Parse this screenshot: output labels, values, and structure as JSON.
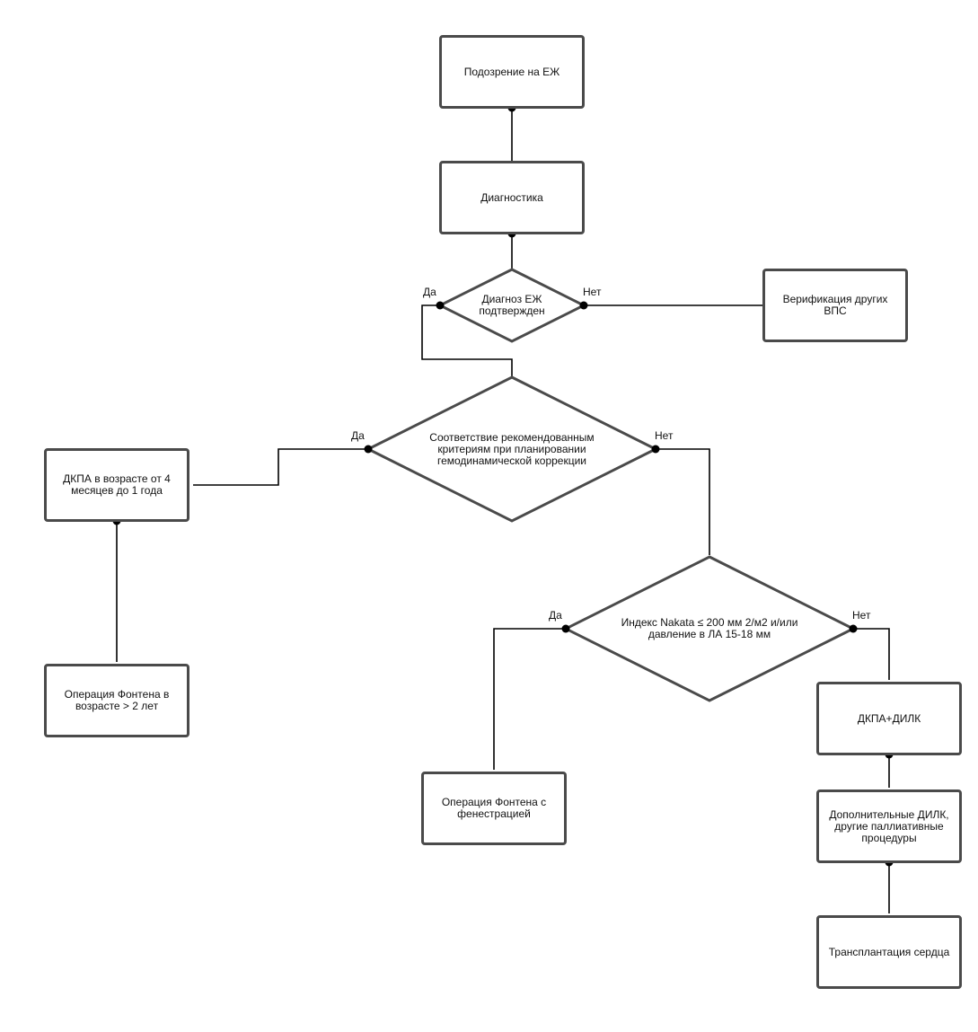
{
  "nodes": {
    "suspicion": "Подозрение на ЕЖ",
    "diagnostics": "Диагностика",
    "diagnosis_confirmed": "Диагноз ЕЖ подтвержден",
    "verification_other": "Верификация других ВПС",
    "criteria_match": "Соответствие рекомендованным критериям при планировании гемодинамической коррекции",
    "dkpa_age": "ДКПА в возрасте от 4 месяцев до 1 года",
    "fontan_age": "Операция Фонтена в возрасте > 2 лет",
    "nakata": "Индекс Nakata ≤ 200 мм 2/м2 и/или давление в ЛА 15-18 мм",
    "fontan_fenestration": "Операция Фонтена с фенестрацией",
    "dkpa_dilk": "ДКПА+ДИЛК",
    "additional_dilk": "Дополнительные ДИЛК, другие паллиативные процедуры",
    "transplant": "Трансплантация сердца"
  },
  "labels": {
    "yes": "Да",
    "no": "Нет"
  },
  "colors": {
    "stroke": "#4a4a4a",
    "line": "#000000",
    "dot": "#000000"
  }
}
